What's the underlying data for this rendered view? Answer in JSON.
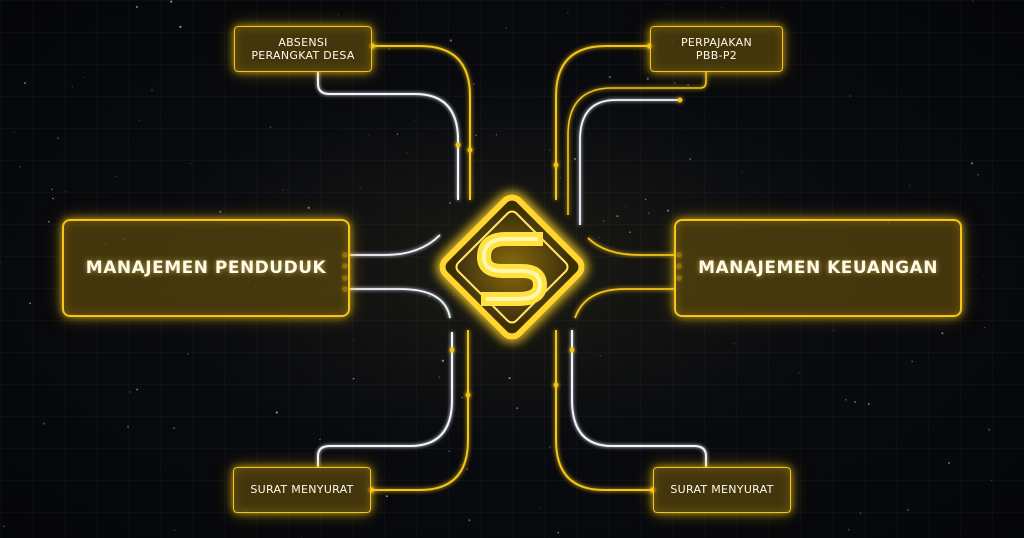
{
  "colors": {
    "background": "#07080a",
    "accent_gold": "#f5c518",
    "wire_white": "#f2f4ff",
    "node_fill": "#5c480c"
  },
  "center_logo": {
    "icon": "s-chip-logo-icon"
  },
  "nodes": {
    "absensi": {
      "line1": "ABSENSI",
      "line2": "PERANGKAT DESA"
    },
    "pbb": {
      "line1": "PERPAJAKAN",
      "line2": "PBB-P2"
    },
    "penduduk": {
      "label": "MANAJEMEN PENDUDUK"
    },
    "keuangan": {
      "label": "MANAJEMEN KEUANGAN"
    },
    "surat_left": {
      "label": "SURAT MENYURAT"
    },
    "surat_right": {
      "label": "SURAT MENYURAT"
    }
  }
}
